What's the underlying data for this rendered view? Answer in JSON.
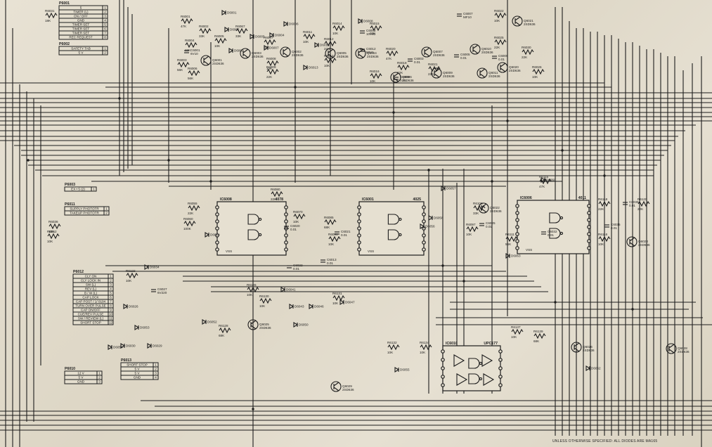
{
  "connectors": {
    "p6001": {
      "name": "P6001",
      "pins": [
        {
          "n": "1",
          "label": "5"
        },
        {
          "n": "2",
          "label": "TIMER (L)"
        },
        {
          "n": "3",
          "label": "ON / OFF"
        },
        {
          "n": "4",
          "label": "GND"
        },
        {
          "n": "5",
          "label": "TIMER SET"
        },
        {
          "n": "6",
          "label": "TIMER SET"
        },
        {
          "n": "7",
          "label": "TIMER SET"
        },
        {
          "n": "8",
          "label": "REC REQUEST"
        }
      ]
    },
    "p6002": {
      "name": "P6002",
      "pins": [
        {
          "n": "1",
          "label": "SAFETY TAB"
        },
        {
          "n": "2",
          "label": "5 V"
        }
      ]
    },
    "p6003": {
      "name": "P6003",
      "pins": [
        {
          "n": "1",
          "label": "EX • 5 (2)"
        }
      ]
    },
    "p6011": {
      "name": "P6011",
      "pins": [
        {
          "n": "1",
          "label": "SUPPLY PHOTOTR"
        },
        {
          "n": "2",
          "label": "TAKEUP PHOTOTR"
        }
      ]
    },
    "p6012": {
      "name": "P6012",
      "pins": [
        {
          "n": "1",
          "label": "CLY ON"
        },
        {
          "n": "2",
          "label": "CLY LOCK IN"
        },
        {
          "n": "3",
          "label": "SW (L)"
        },
        {
          "n": "4",
          "label": "REV (L)"
        },
        {
          "n": "5",
          "label": "B / W (L)"
        },
        {
          "n": "6",
          "label": "CAP LOCK"
        },
        {
          "n": "7",
          "label": "CAP POST / 1/ 0104"
        },
        {
          "n": "8",
          "label": "TURN OVER PULSE"
        },
        {
          "n": "9",
          "label": "CAP ON/OFF"
        },
        {
          "n": "10",
          "label": "CUE/REV PULSE"
        },
        {
          "n": "11",
          "label": "SW / REVIEW (L)"
        },
        {
          "n": "12",
          "label": "SHORT STOP"
        }
      ]
    },
    "p6013": {
      "name": "P6013",
      "pins": [
        {
          "n": "1",
          "label": "SHORT STOP"
        },
        {
          "n": "2",
          "label": "5 V"
        },
        {
          "n": "3",
          "label": "5 V"
        },
        {
          "n": "4",
          "label": "GND"
        }
      ]
    },
    "p6010": {
      "name": "P6010",
      "pins": [
        {
          "n": "1",
          "label": "12 V"
        },
        {
          "n": "2",
          "label": "5 V"
        },
        {
          "n": "3",
          "label": "GND"
        }
      ]
    }
  },
  "ics": [
    {
      "id": "IC6008",
      "part": "4078",
      "vss": "VSS"
    },
    {
      "id": "IC6001",
      "part": "4025",
      "vss": "VSS"
    },
    {
      "id": "IC6006",
      "part": "4011",
      "vss": "VSS"
    },
    {
      "id": "IC6010",
      "part": "UPC177",
      "vss": ""
    }
  ],
  "transistors": [
    {
      "ref": "Q6001",
      "part": "2SD636"
    },
    {
      "ref": "Q6003",
      "part": "2SD636"
    },
    {
      "ref": "Q6002",
      "part": "2SD636"
    },
    {
      "ref": "Q6005",
      "part": "2SD636"
    },
    {
      "ref": "Q6004",
      "part": "2SD636"
    },
    {
      "ref": "Q6006",
      "part": "2SD636"
    },
    {
      "ref": "Q6007",
      "part": "2SD636"
    },
    {
      "ref": "Q6009",
      "part": "2SD636"
    },
    {
      "ref": "Q6010",
      "part": "2SD636"
    },
    {
      "ref": "Q6011",
      "part": "2SD636"
    },
    {
      "ref": "Q6020",
      "part": "2SD636"
    },
    {
      "ref": "Q6021",
      "part": "2SD636"
    },
    {
      "ref": "Q6022",
      "part": "2SD636"
    },
    {
      "ref": "Q6023",
      "part": "2SD636"
    },
    {
      "ref": "Q6025",
      "part": "2SD636"
    },
    {
      "ref": "Q6026",
      "part": "2SD636"
    },
    {
      "ref": "Q6028",
      "part": "2SD636"
    },
    {
      "ref": "Q6029",
      "part": "2SD636"
    }
  ],
  "resistors": [
    {
      "ref": "R6001",
      "val": "47K"
    },
    {
      "ref": "R6002",
      "val": "33K"
    },
    {
      "ref": "R6003",
      "val": "56K"
    },
    {
      "ref": "R6004",
      "val": "22K"
    },
    {
      "ref": "R6005",
      "val": "10K"
    },
    {
      "ref": "R6006",
      "val": "56K"
    },
    {
      "ref": "R6007",
      "val": "10K"
    },
    {
      "ref": "R6008",
      "val": "10K"
    },
    {
      "ref": "R6009",
      "val": "22K"
    },
    {
      "ref": "R6011",
      "val": "10K"
    },
    {
      "ref": "R6012",
      "val": "22K"
    },
    {
      "ref": "R6013",
      "val": "10K"
    },
    {
      "ref": "R6014",
      "val": "10K"
    },
    {
      "ref": "R6015",
      "val": "22K"
    },
    {
      "ref": "R6016",
      "val": "10K"
    },
    {
      "ref": "R6018",
      "val": "22K"
    },
    {
      "ref": "R6020",
      "val": "47K"
    },
    {
      "ref": "R6021",
      "val": "22K"
    },
    {
      "ref": "R6022",
      "val": "10K"
    },
    {
      "ref": "R6025",
      "val": "22K"
    },
    {
      "ref": "R6026",
      "val": "10K"
    },
    {
      "ref": "R6030",
      "val": "22K"
    },
    {
      "ref": "R6031",
      "val": "18K"
    },
    {
      "ref": "R6036",
      "val": "10K"
    },
    {
      "ref": "R6052",
      "val": "10K"
    },
    {
      "ref": "R6055",
      "val": "22K"
    },
    {
      "ref": "R6060",
      "val": "100K"
    },
    {
      "ref": "R6067",
      "val": "33K"
    },
    {
      "ref": "R6070",
      "val": "10K"
    },
    {
      "ref": "R6080",
      "val": "22K"
    },
    {
      "ref": "R6085",
      "val": "68K"
    },
    {
      "ref": "R6091",
      "val": "10K"
    },
    {
      "ref": "R6097",
      "val": "10K"
    },
    {
      "ref": "R6106",
      "val": "33K"
    },
    {
      "ref": "R6111",
      "val": "56K"
    },
    {
      "ref": "R6115",
      "val": "47K"
    },
    {
      "ref": "R6116",
      "val": "10K"
    },
    {
      "ref": "R6118",
      "val": "22K"
    },
    {
      "ref": "R6120",
      "val": "22K"
    },
    {
      "ref": "R6122",
      "val": "10K"
    },
    {
      "ref": "R6126",
      "val": "10K"
    },
    {
      "ref": "R6128",
      "val": "68K"
    },
    {
      "ref": "R6130",
      "val": "10K"
    },
    {
      "ref": "R6131",
      "val": "10K"
    },
    {
      "ref": "R6132",
      "val": "10K"
    },
    {
      "ref": "R6134",
      "val": "10K"
    },
    {
      "ref": "R6137",
      "val": "10K"
    },
    {
      "ref": "R6139",
      "val": "68K"
    }
  ],
  "capacitors": [
    {
      "ref": "C6001",
      "val": "6V10"
    },
    {
      "ref": "C6002",
      "val": "10V33"
    },
    {
      "ref": "C6003",
      "val": "0.01"
    },
    {
      "ref": "C6005",
      "val": "0.01"
    },
    {
      "ref": "C6006",
      "val": "0.01"
    },
    {
      "ref": "C6007",
      "val": "MF10"
    },
    {
      "ref": "C6009",
      "val": "0.01"
    },
    {
      "ref": "C6012",
      "val": "50V1"
    },
    {
      "ref": "C6013",
      "val": "0.01"
    },
    {
      "ref": "C6020",
      "val": "0.01"
    },
    {
      "ref": "C6021",
      "val": "0.01"
    },
    {
      "ref": "C6022",
      "val": "0.01"
    },
    {
      "ref": "C6025",
      "val": "0.01"
    },
    {
      "ref": "C6027",
      "val": "6V220"
    },
    {
      "ref": "C6032",
      "val": "0.01"
    },
    {
      "ref": "C6035",
      "val": "0.01"
    },
    {
      "ref": "C6036",
      "val": "0.01"
    }
  ],
  "diodes": [
    {
      "ref": "D6001"
    },
    {
      "ref": "D6002"
    },
    {
      "ref": "D6003"
    },
    {
      "ref": "D6004"
    },
    {
      "ref": "D6005"
    },
    {
      "ref": "D6006"
    },
    {
      "ref": "D6007"
    },
    {
      "ref": "D6008"
    },
    {
      "ref": "D6013"
    },
    {
      "ref": "D6018"
    },
    {
      "ref": "D6019"
    },
    {
      "ref": "D6026"
    },
    {
      "ref": "D6029"
    },
    {
      "ref": "D6030"
    },
    {
      "ref": "D6034"
    },
    {
      "ref": "D6041"
    },
    {
      "ref": "D6043"
    },
    {
      "ref": "D6046"
    },
    {
      "ref": "D6047"
    },
    {
      "ref": "D6050"
    },
    {
      "ref": "D6052"
    },
    {
      "ref": "D6053"
    },
    {
      "ref": "D6054"
    },
    {
      "ref": "D6055"
    },
    {
      "ref": "D6056"
    },
    {
      "ref": "D6057"
    },
    {
      "ref": "D6058"
    },
    {
      "ref": "D6060"
    },
    {
      "ref": "D6062"
    },
    {
      "ref": "D6063"
    }
  ],
  "footer_note": "UNLESS OTHERWISE SPECIFIED: ALL DIODES ARE MA165",
  "colors": {
    "paper": "#e3ddcf",
    "ink": "#1d1d1d"
  }
}
